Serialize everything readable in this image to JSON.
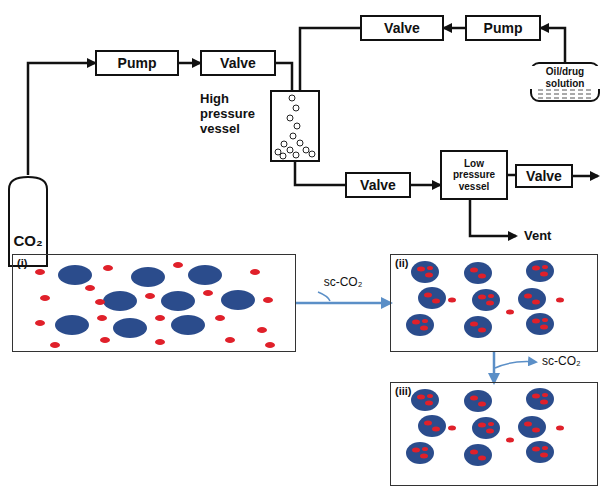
{
  "diagram": {
    "nodes": [
      {
        "text": [
          "CO₂"
        ]
      },
      {
        "text": [
          "Pump"
        ]
      },
      {
        "text": [
          "Valve"
        ]
      },
      {
        "text": [
          "High pressure vessel"
        ]
      },
      {
        "text": [
          "Valve"
        ]
      },
      {
        "text": [
          "Pump"
        ]
      },
      {
        "text": [
          "Oil/drug solution"
        ]
      },
      {
        "text": [
          "Valve"
        ]
      },
      {
        "text": [
          "Low pressure vessel"
        ]
      },
      {
        "text": [
          "Valve"
        ]
      },
      {
        "text": [
          "(i)"
        ]
      },
      {
        "text": [
          "(ii)"
        ]
      },
      {
        "text": [
          "(iii)"
        ]
      }
    ],
    "edges": [
      {
        "from": 0,
        "to": 1,
        "arrow": "to"
      },
      {
        "from": 1,
        "to": 2,
        "arrow": "to"
      },
      {
        "from": 2,
        "to": 3,
        "arrow": "none"
      },
      {
        "from": 6,
        "to": 5,
        "arrow": "to"
      },
      {
        "from": 5,
        "to": 4,
        "arrow": "to"
      },
      {
        "from": 4,
        "to": 3,
        "arrow": "none"
      },
      {
        "from": 3,
        "to": 7,
        "arrow": "none"
      },
      {
        "from": 7,
        "to": 8,
        "arrow": "to"
      },
      {
        "from": 8,
        "to": 9,
        "arrow": "none"
      },
      {
        "from": 10,
        "to": 11,
        "label": "sc-CO₂",
        "arrow": "to"
      },
      {
        "from": 11,
        "to": 12,
        "arrow": "to"
      }
    ],
    "labels": [
      "Vent",
      "sc-CO₂"
    ]
  }
}
